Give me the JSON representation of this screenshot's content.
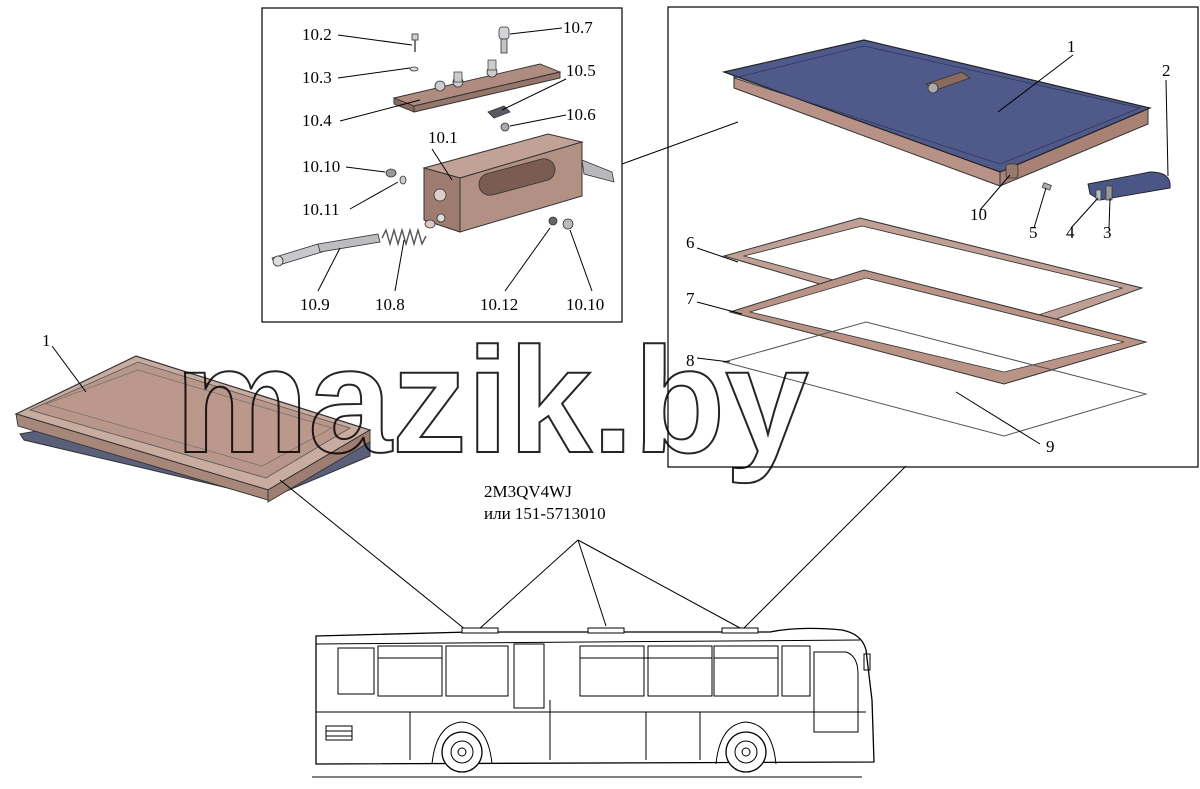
{
  "part_numbers": {
    "line1": "2M3QV4WJ",
    "line2": "или 151-5713010"
  },
  "watermark": "mazik.by",
  "callouts": {
    "hatch_left": "1",
    "hatch_top": "1",
    "c2": "2",
    "c3": "3",
    "c4": "4",
    "c5": "5",
    "c6": "6",
    "c7": "7",
    "c8": "8",
    "c9": "9",
    "c10": "10",
    "c10_1": "10.1",
    "c10_2": "10.2",
    "c10_3": "10.3",
    "c10_4": "10.4",
    "c10_5": "10.5",
    "c10_6": "10.6",
    "c10_7": "10.7",
    "c10_8": "10.8",
    "c10_9": "10.9",
    "c10_10a": "10.10",
    "c10_10b": "10.10",
    "c10_11": "10.11",
    "c10_12": "10.12"
  },
  "colors": {
    "hatch_lid": "#4a5687",
    "hatch_frame": "#c8a89a",
    "gasket": "#b98f7f",
    "latch_body": "#a8867a",
    "metal": "#c8c8cc"
  }
}
